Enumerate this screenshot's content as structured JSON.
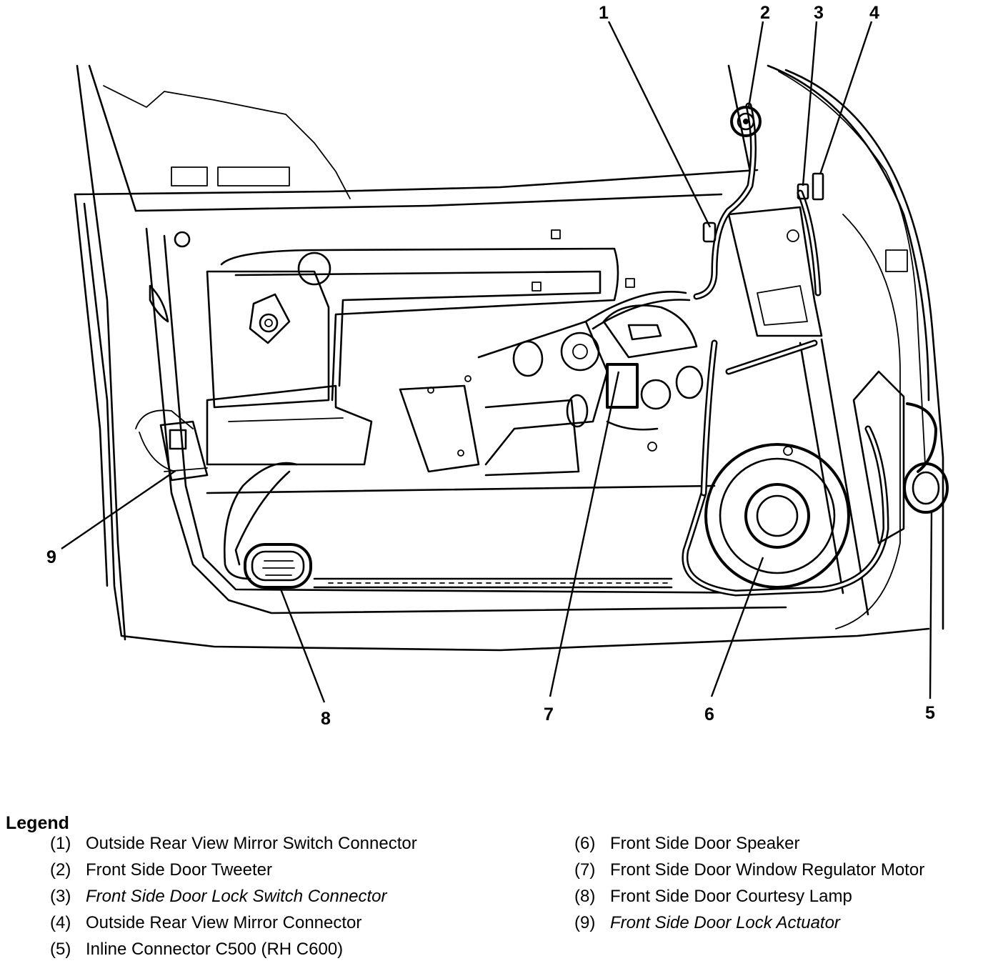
{
  "diagram": {
    "callouts": [
      {
        "id": "1",
        "label": "1"
      },
      {
        "id": "2",
        "label": "2"
      },
      {
        "id": "3",
        "label": "3"
      },
      {
        "id": "4",
        "label": "4"
      },
      {
        "id": "5",
        "label": "5"
      },
      {
        "id": "6",
        "label": "6"
      },
      {
        "id": "7",
        "label": "7"
      },
      {
        "id": "8",
        "label": "8"
      },
      {
        "id": "9",
        "label": "9"
      }
    ]
  },
  "legend": {
    "title": "Legend",
    "left": [
      {
        "num": "(1)",
        "text": "Outside Rear View Mirror Switch Connector",
        "italic": false
      },
      {
        "num": "(2)",
        "text": "Front Side Door Tweeter",
        "italic": false
      },
      {
        "num": "(3)",
        "text": "Front Side Door Lock Switch Connector",
        "italic": true
      },
      {
        "num": "(4)",
        "text": "Outside Rear View Mirror Connector",
        "italic": false
      },
      {
        "num": "(5)",
        "text": "Inline Connector C500 (RH C600)",
        "italic": false
      }
    ],
    "right": [
      {
        "num": "(6)",
        "text": "Front Side Door Speaker",
        "italic": false
      },
      {
        "num": "(7)",
        "text": "Front Side Door Window Regulator Motor",
        "italic": false
      },
      {
        "num": "(8)",
        "text": "Front Side Door Courtesy Lamp",
        "italic": false
      },
      {
        "num": "(9)",
        "text": "Front Side Door Lock Actuator",
        "italic": true
      }
    ]
  }
}
